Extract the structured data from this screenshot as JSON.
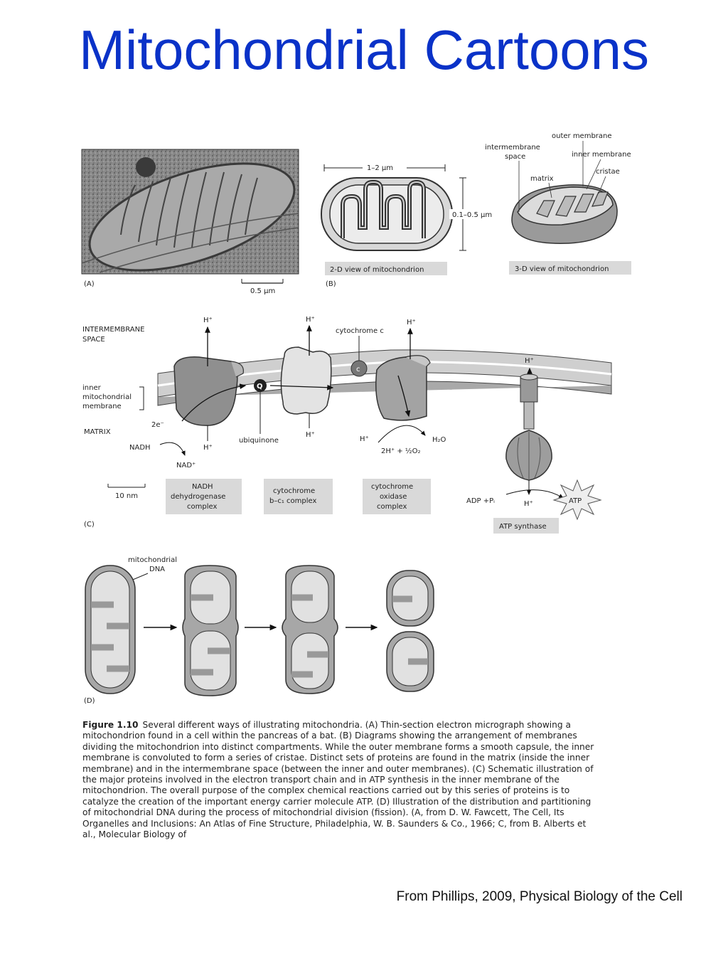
{
  "title": "Mitochondrial Cartoons",
  "source": "From Phillips, 2009, Physical Biology of the Cell",
  "panelA": {
    "letter": "(A)",
    "scale": "0.5 µm"
  },
  "panelB": {
    "letter": "(B)",
    "width_label": "1–2 µm",
    "height_label": "0.1–0.5 µm",
    "caption_2d": "2-D view of mitochondrion",
    "caption_3d": "3-D view of mitochondrion",
    "outer_membrane": "outer membrane",
    "intermembrane_1": "intermembrane",
    "intermembrane_2": "space",
    "inner_membrane": "inner membrane",
    "cristae": "cristae",
    "matrix": "matrix"
  },
  "panelC": {
    "letter": "(C)",
    "intermembrane_1": "INTERMEMBRANE",
    "intermembrane_2": "SPACE",
    "inner_1": "inner",
    "inner_2": "mitochondrial",
    "inner_3": "membrane",
    "matrix": "MATRIX",
    "hplus": "H⁺",
    "cytochrome_c": "cytochrome c",
    "c_mark": "c",
    "q_mark": "Q",
    "ubiquinone": "ubiquinone",
    "two_e": "2e⁻",
    "nadh": "NADH",
    "nad": "NAD⁺",
    "h2o": "H₂O",
    "oxygen_eq": "2H⁺ + ½O₂",
    "adp": "ADP +Pᵢ",
    "atp": "ATP",
    "scale": "10 nm",
    "box1_1": "NADH",
    "box1_2": "dehydrogenase",
    "box1_3": "complex",
    "box2_1": "cytochrome",
    "box2_2": "b–c₁ complex",
    "box3_1": "cytochrome",
    "box3_2": "oxidase",
    "box3_3": "complex",
    "atp_synthase": "ATP synthase"
  },
  "panelD": {
    "letter": "(D)",
    "mtdna_1": "mitochondrial",
    "mtdna_2": "DNA"
  },
  "caption": {
    "fig_num": "Figure 1.10",
    "text": "Several different ways of illustrating mitochondria. (A) Thin-section electron micrograph showing a mitochondrion found in a cell within the pancreas of a bat. (B) Diagrams showing the arrangement of membranes dividing the mitochondrion into distinct compartments. While the outer membrane forms a smooth capsule, the inner membrane is convoluted to form a series of cristae. Distinct sets of proteins are found in the matrix (inside the inner membrane) and in the intermembrane space (between the inner and outer membranes). (C) Schematic illustration of the major proteins involved in the electron transport chain and in ATP synthesis in the inner membrane of the mitochondrion. The overall purpose of the complex chemical reactions carried out by this series of proteins is to catalyze the creation of the important energy carrier molecule ATP. (D) Illustration of the distribution and partitioning of mitochondrial DNA during the process of mitochondrial division (fission). (A, from D. W. Fawcett, The Cell, Its Organelles and Inclusions: An Atlas of Fine Structure, Philadelphia, W. B. Saunders & Co., 1966; C, from B. Alberts et al., Molecular Biology of"
  }
}
